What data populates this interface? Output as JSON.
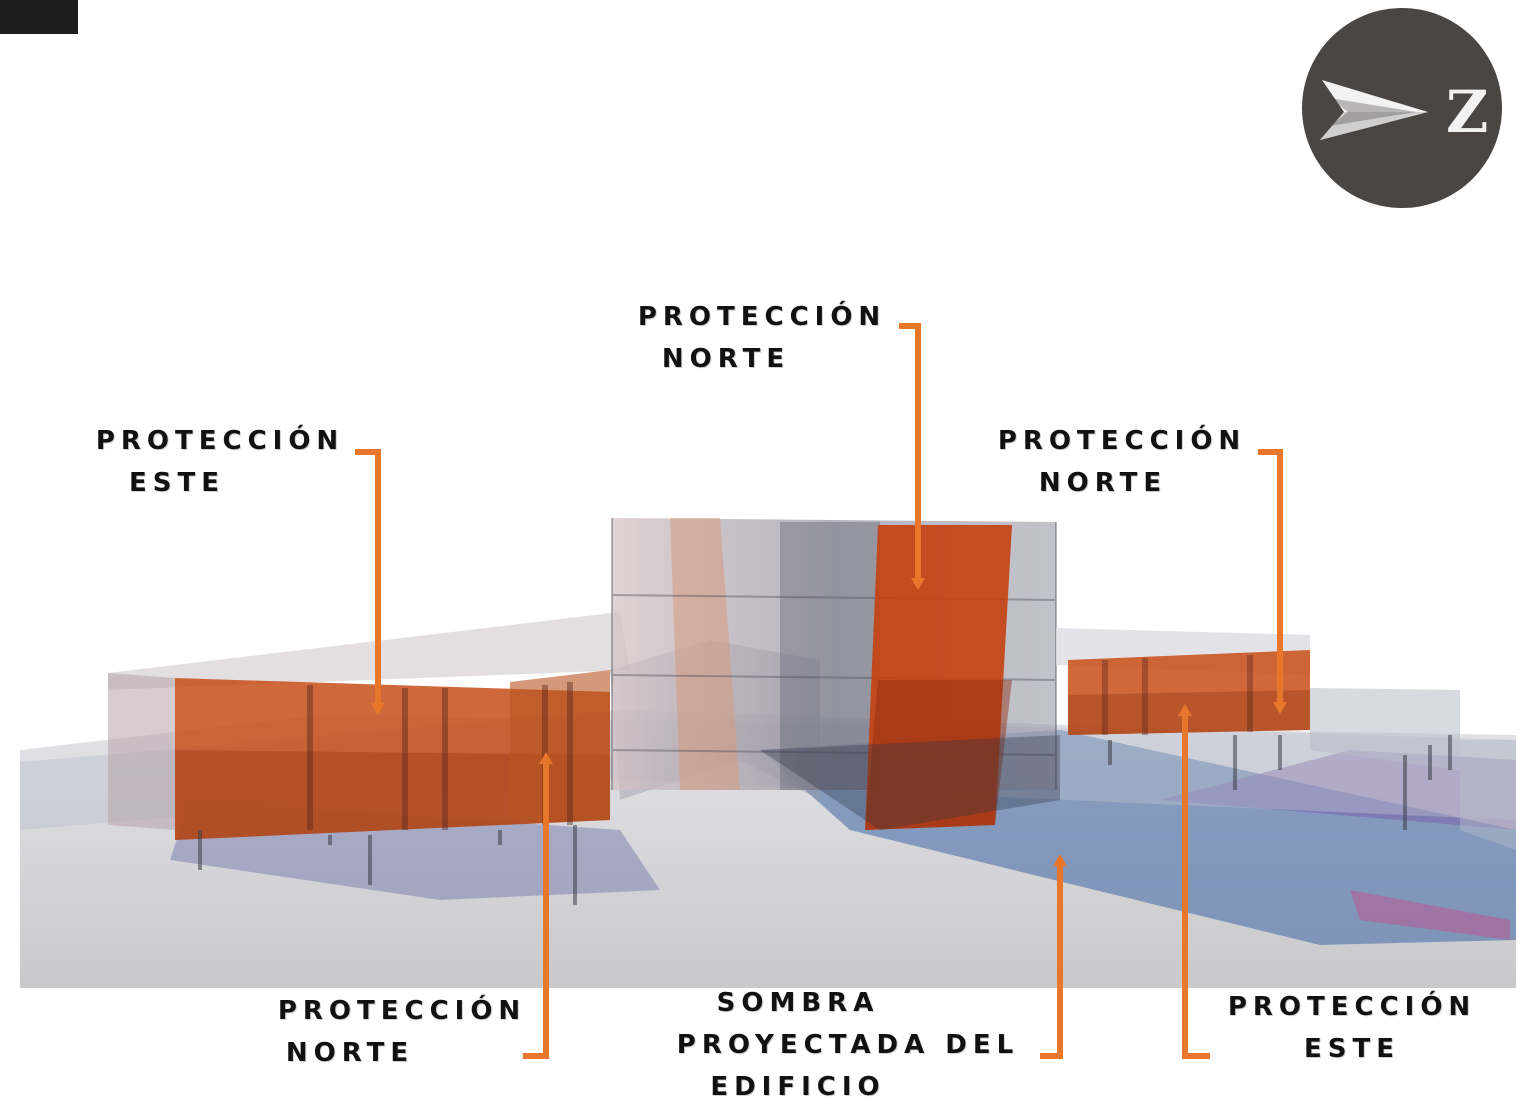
{
  "compass": {
    "letter": "Z"
  },
  "labels": {
    "top_center": {
      "line1": "PROTECCIÓN",
      "line2": "NORTE"
    },
    "top_left": {
      "line1": "PROTECCIÓN",
      "line2": "ESTE"
    },
    "top_right": {
      "line1": "PROTECCIÓN",
      "line2": "NORTE"
    },
    "bottom_left": {
      "line1": "PROTECCIÓN",
      "line2": "NORTE"
    },
    "bottom_center": {
      "line1": "SOMBRA",
      "line2": "PROYECTADA DEL",
      "line3": "EDIFICIO"
    },
    "bottom_right": {
      "line1": "PROTECCIÓN",
      "line2": "ESTE"
    }
  },
  "colors": {
    "leader": "#e8762b",
    "protection": "#c8400f",
    "shadow_blue": "#4a6fa8",
    "shadow_purple": "#7a5aa8",
    "compass_bg": "#4a4644"
  }
}
